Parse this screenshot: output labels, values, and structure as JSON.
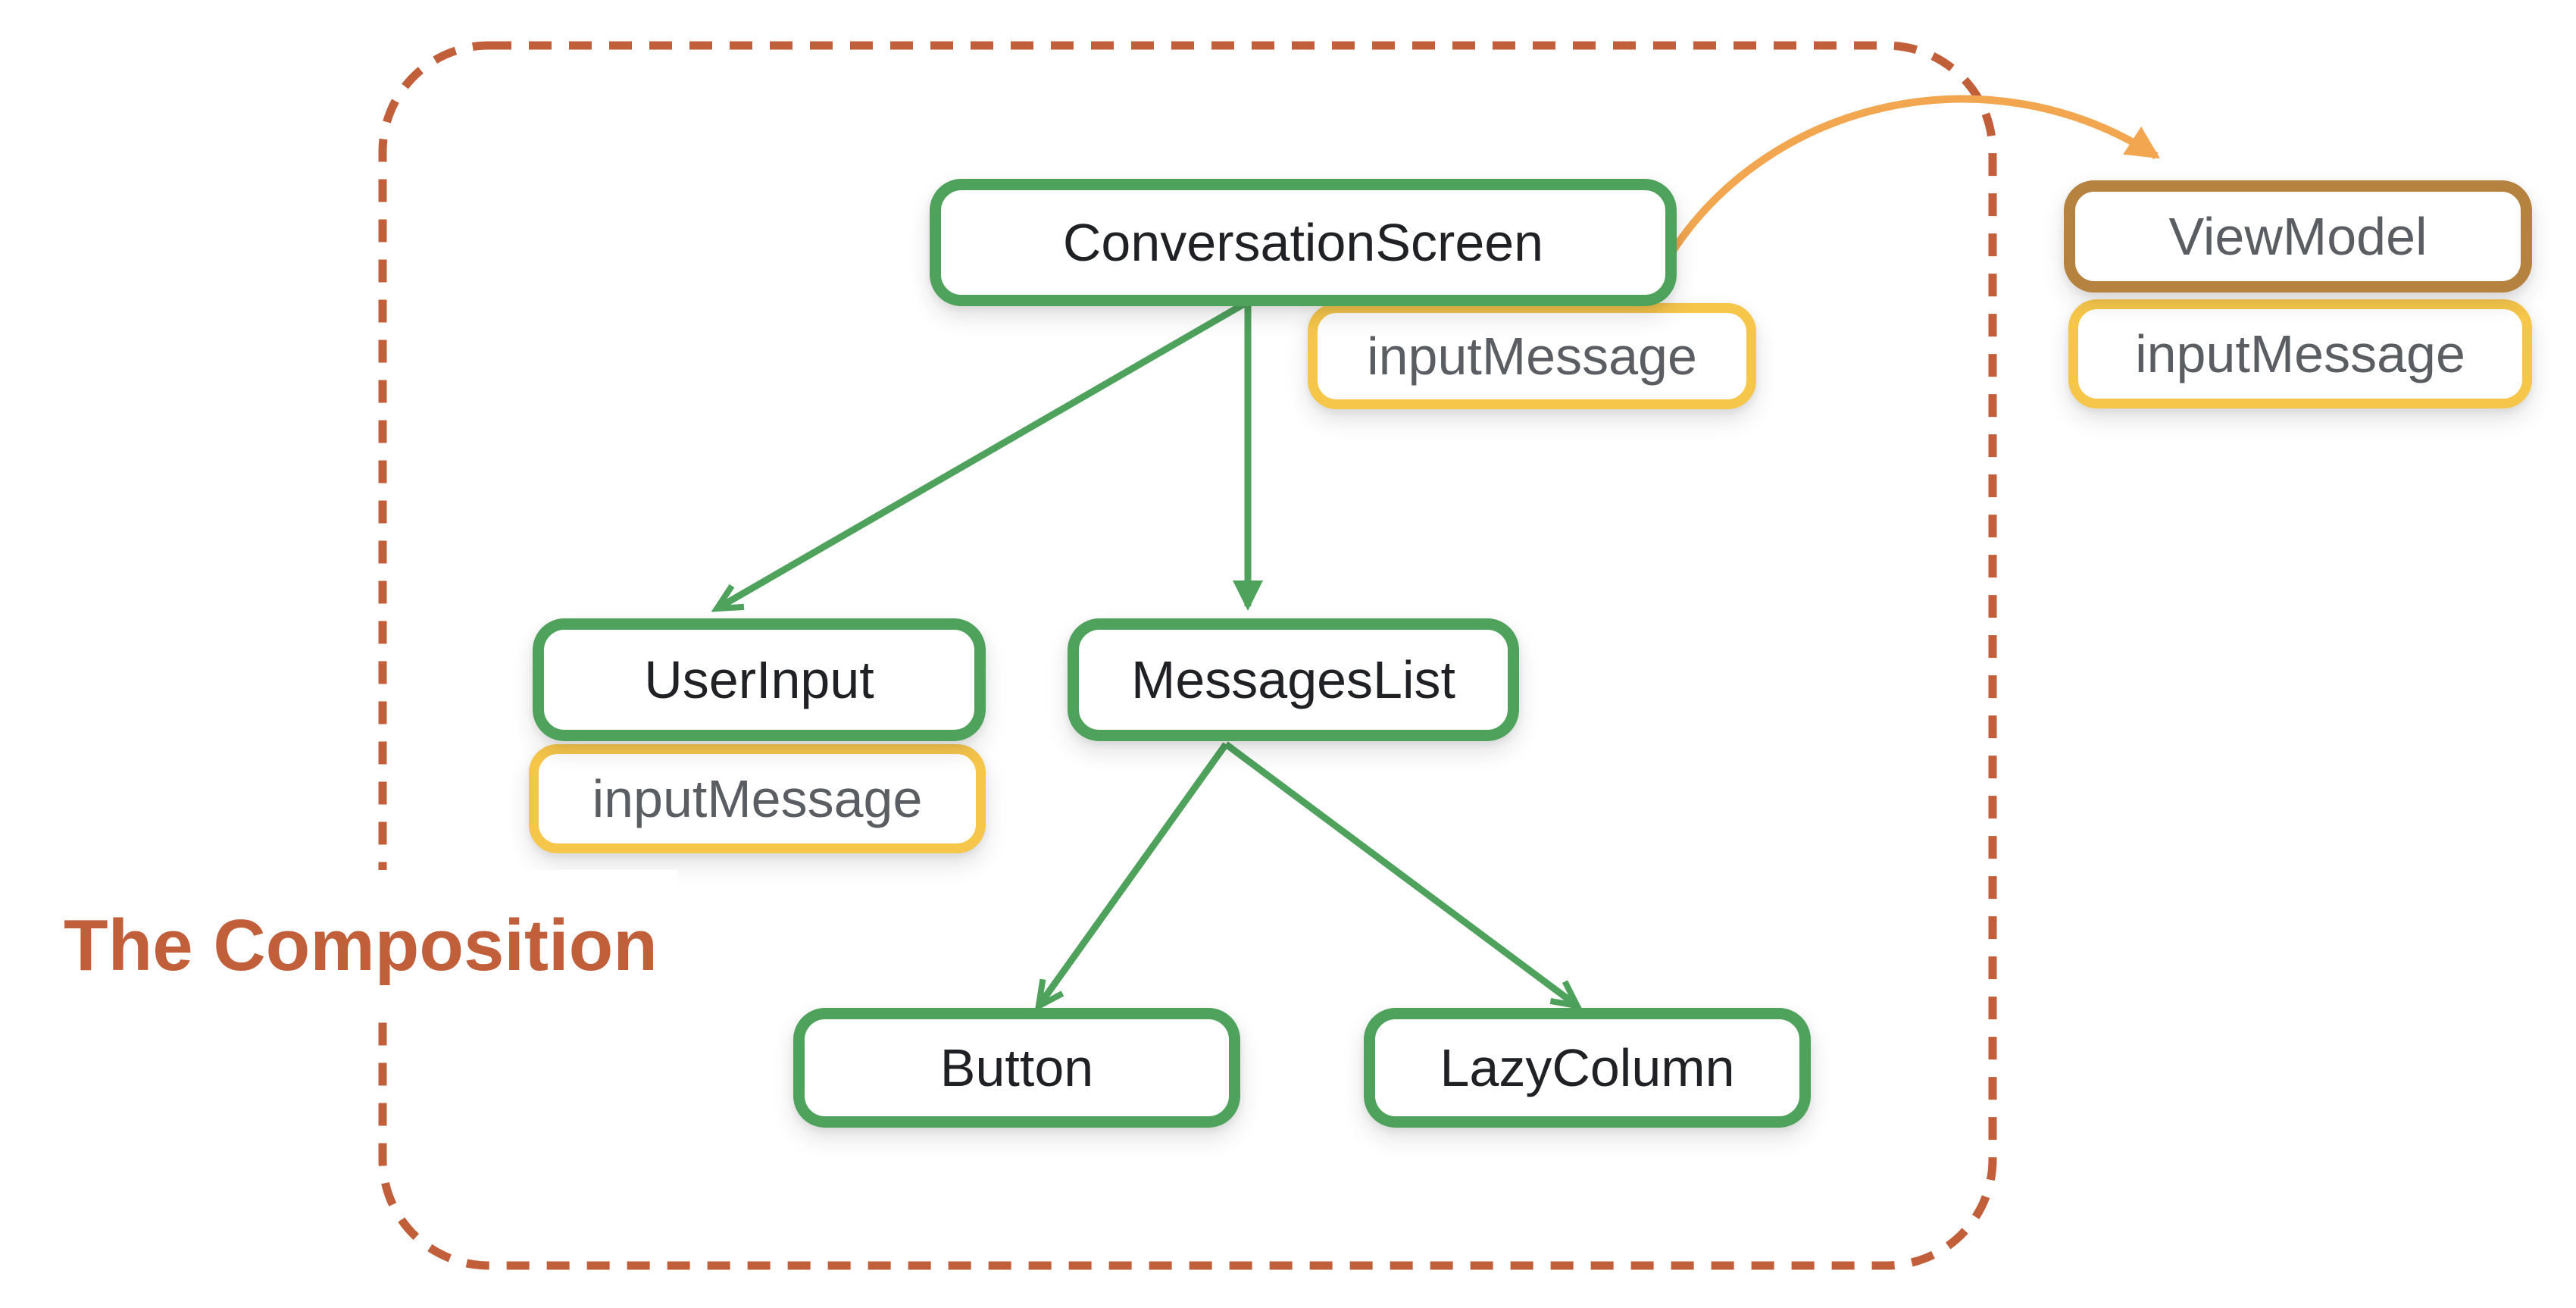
{
  "title": {
    "label": "The Composition"
  },
  "colors": {
    "composable-green": "#4EA25C",
    "state-yellow": "#F6C64A",
    "viewmodel-brown": "#B5823F",
    "arrow-orange": "#F1A64F",
    "boundary-terracotta": "#C15F3B",
    "label-dark": "#202124",
    "label-gray": "#5A5E62"
  },
  "nodes": {
    "conversation_screen": {
      "label": "ConversationScreen"
    },
    "conversation_screen_state": {
      "label": "inputMessage"
    },
    "user_input": {
      "label": "UserInput"
    },
    "user_input_state": {
      "label": "inputMessage"
    },
    "messages_list": {
      "label": "MessagesList"
    },
    "button": {
      "label": "Button"
    },
    "lazy_column": {
      "label": "LazyColumn"
    },
    "view_model": {
      "label": "ViewModel"
    },
    "view_model_state": {
      "label": "inputMessage"
    }
  },
  "edges": [
    {
      "from": "ConversationScreen",
      "to": "UserInput",
      "style": "green-arrow"
    },
    {
      "from": "ConversationScreen",
      "to": "MessagesList",
      "style": "green-arrow"
    },
    {
      "from": "MessagesList",
      "to": "Button",
      "style": "green-arrow"
    },
    {
      "from": "MessagesList",
      "to": "LazyColumn",
      "style": "green-arrow"
    },
    {
      "from": "ConversationScreen",
      "to": "ViewModel",
      "style": "orange-arrow"
    }
  ]
}
